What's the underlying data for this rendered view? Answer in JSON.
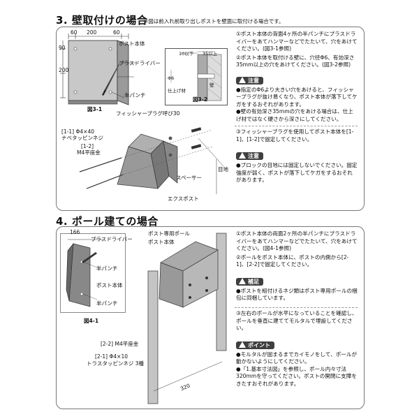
{
  "section3": {
    "title": "3. 壁取付けの場合",
    "note": "※図は前入れ前取り出しポストを壁面に取付ける場合です。",
    "dims": {
      "d60a": "60",
      "d200": "200",
      "d60b": "60",
      "d90": "90",
      "d200v": "200"
    },
    "labels": {
      "post_body": "ポスト本体",
      "plus_driver": "プラスドライバー",
      "half_punch": "半パンチ",
      "fig31": "図3-1",
      "fig32": "図3-2",
      "fisher_plug": "フィッシャープラグ呼び30",
      "screw_a": "[1-1] Φ4×40",
      "screw_a2": "ナベタッピンネジ",
      "washer_a": "[1-2]",
      "washer_a2": "M4平座金",
      "spacer": "スペーサー",
      "expost": "エクスポスト",
      "joint": "目地",
      "d10": "10以下",
      "d35": "35以上",
      "phi6": "Φ6",
      "finish": "仕上げ材",
      "wall": "壁"
    },
    "panel_steps": [
      {
        "text": "①ポスト本体の背面4ヶ所の半パンチにプラスドライバーをあてハンマーなどでたたいて、穴をあけてください。(図3-1参照)"
      },
      {
        "text": "②ポスト本体を取付ける壁に、穴径Φ6、有効深さ35mm以上の穴をあけてください。(図3-2参照)"
      }
    ],
    "caution1": {
      "header": "注意",
      "items": [
        "●指定のΦ6より大きい穴をあけると、フィッシャープラグが抜け易くなり、ポスト本体が落下してケガをするおそれがあります。",
        "●壁の有効深さ35mmの穴をあける場合は、仕上げ材ではなく硬さから深さにしてください。"
      ]
    },
    "step3": "③フィッシャープラグを使用してポスト本体を[1-1]、[1-2]で固定してください。",
    "caution2": {
      "header": "注意",
      "items": [
        "●ブロックの目地には固定しないでください。固定強度が弱く、ポストが落下してケガをするおそれがあります。"
      ]
    }
  },
  "section4": {
    "title": "4. ポール建ての場合",
    "labels": {
      "d166": "166",
      "plus_driver": "プラスドライバー",
      "half_punch1": "半パンチ",
      "post_body": "ポスト本体",
      "half_punch2": "半パンチ",
      "fig41": "図4-1",
      "pole": "ポスト専用ポール",
      "post_body2": "ポスト本体",
      "washer": "[2-2] M4平座金",
      "screw": "[2-1] Φ4×10",
      "screw2": "トラスタッピンネジ 3種",
      "d320": "320"
    },
    "steps": [
      "①ポスト本体の両面2ヶ所の半パンチにプラスドライバーをあてハンマーなどでたたいて、穴をあけてください。(図4-1参照)",
      "②ポールをポスト本体に、ポストの内側から[2-1]、[2-2]で固定してください。"
    ],
    "supplement": {
      "header": "補足",
      "items": [
        "●ポストを組付けるネジ類はポスト専用ポールの梱包に同梱しています。"
      ]
    },
    "step3": "③左右のポールが水平になっていることを確認し、ポールを垂直に建ててモルタルで埋設してください。",
    "point": {
      "header": "ポイント",
      "items": [
        "●モルタルが固まるまでカイモノをして、ポールが動かないようにしてください。",
        "●「1.基本寸法図」を参照し、ポール内々寸法320mmを守ってください。ポストの開閉に支障をきたすおそれがあります。"
      ]
    }
  }
}
